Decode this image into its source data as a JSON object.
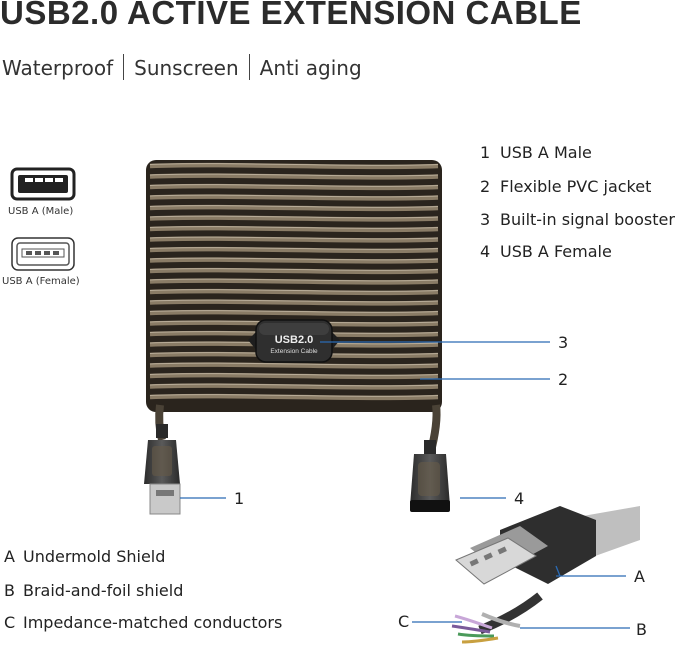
{
  "title": "USB2.0 ACTIVE EXTENSION CABLE",
  "features": [
    "Waterproof",
    "Sunscreen",
    "Anti aging"
  ],
  "legend": [
    {
      "num": "1",
      "label": "USB A Male"
    },
    {
      "num": "2",
      "label": "Flexible PVC jacket"
    },
    {
      "num": "3",
      "label": "Built-in signal booster"
    },
    {
      "num": "4",
      "label": "USB A Female"
    }
  ],
  "connectors": {
    "male_label": "USB A (Male)",
    "female_label": "USB A (Female)"
  },
  "booster_text": {
    "line1": "USB2.0",
    "line2": "Extension Cable"
  },
  "callouts": {
    "c1": "1",
    "c2": "2",
    "c3": "3",
    "c4": "4",
    "a": "A",
    "b": "B",
    "c": "C"
  },
  "parts": [
    {
      "letter": "A",
      "label": "Undermold Shield"
    },
    {
      "letter": "B",
      "label": "Braid-and-foil shield"
    },
    {
      "letter": "C",
      "label": "Impedance-matched conductors"
    }
  ],
  "colors": {
    "cable": "#5b5040",
    "callout_line": "#2a6bb5",
    "booster_body": "#3a3a3a"
  }
}
